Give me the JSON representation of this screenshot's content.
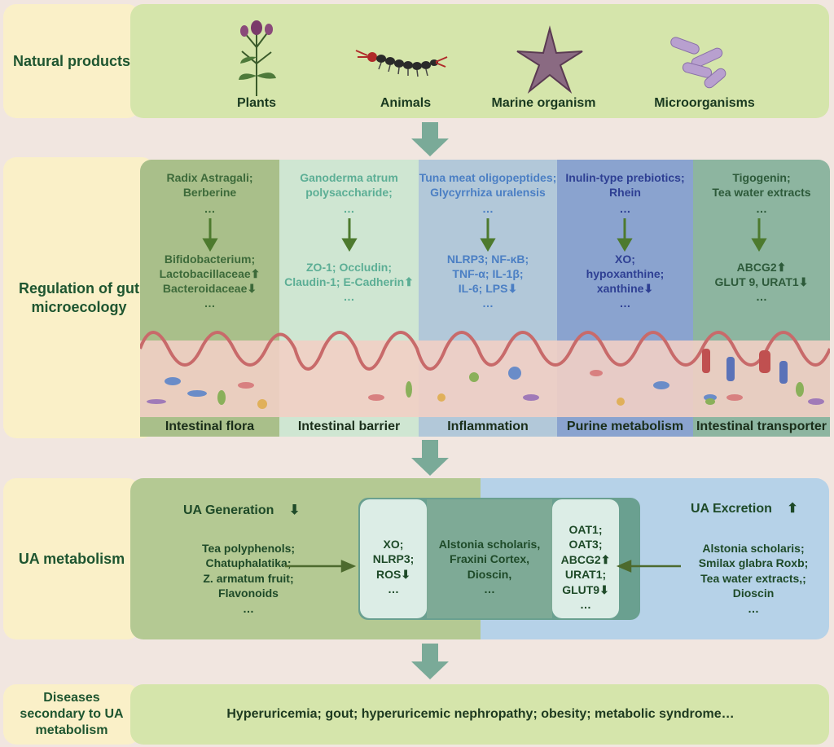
{
  "rows": {
    "natural_products": "Natural products",
    "gut": "Regulation of gut microecology",
    "ua": "UA metabolism",
    "diseases": "Diseases secondary to UA metabolism"
  },
  "products": [
    "Plants",
    "Animals",
    "Marine organism",
    "Microorganisms"
  ],
  "columns": [
    {
      "top": "Radix Astragali;\nBerberine",
      "dots": "…",
      "bottom": "Bifidobacterium;\nLactobacillaceae⬆\nBacteroidaceae⬇\n…",
      "footer": "Intestinal flora"
    },
    {
      "top": "Ganoderma atrum\npolysaccharide;",
      "dots": "…",
      "bottom": "ZO-1;  Occludin;\nClaudin-1;  E-Cadherin⬆\n…",
      "footer": "Intestinal barrier"
    },
    {
      "top": "Tuna meat oligopeptides;\nGlycyrrhiza uralensis",
      "dots": "…",
      "bottom": "NLRP3;  NF-κB;\nTNF-α;  IL-1β;\nIL-6;  LPS⬇\n…",
      "footer": "Inflammation"
    },
    {
      "top": "Inulin-type prebiotics;\nRhein",
      "dots": "…",
      "bottom": "XO;\nhypoxanthine;\nxanthine⬇\n…",
      "footer": "Purine metabolism"
    },
    {
      "top": "Tigogenin;\nTea water extracts",
      "dots": "…",
      "bottom": "ABCG2⬆\nGLUT 9,  URAT1⬇\n…",
      "footer": "Intestinal transporter"
    }
  ],
  "ua": {
    "gen_title": "UA Generation",
    "gen_arrow": "⬇",
    "gen_items": "Tea polyphenols;\nChatuphalatika;\nZ. armatum fruit;\nFlavonoids\n…",
    "exc_title": "UA Excretion",
    "exc_arrow": "⬆",
    "exc_items": "Alstonia scholaris;\nSmilax glabra Roxb;\nTea water extracts,;\nDioscin\n…",
    "left_box": "XO;\nNLRP3;\nROS⬇\n…",
    "mid_box": "Alstonia scholaris,\nFraxini Cortex,\nDioscin,\n…",
    "right_box": "OAT1;\nOAT3;\nABCG2⬆\nURAT1;\nGLUT9⬇\n…"
  },
  "diseases_text": "Hyperuricemia;  gout;  hyperuricemic nephropathy;  obesity;  metabolic syndrome…",
  "colors": {
    "col_bgs": [
      "#a9bf8a",
      "#cfe6d2",
      "#b2c8d9",
      "#8aa3cf",
      "#8db5a0"
    ],
    "col_text": [
      "#3d6a3a",
      "#5cae95",
      "#4b7fc4",
      "#2e3f93",
      "#2d5a3a"
    ],
    "arrow": "#4d7a2e",
    "big_arrow": "#7aaa98"
  }
}
